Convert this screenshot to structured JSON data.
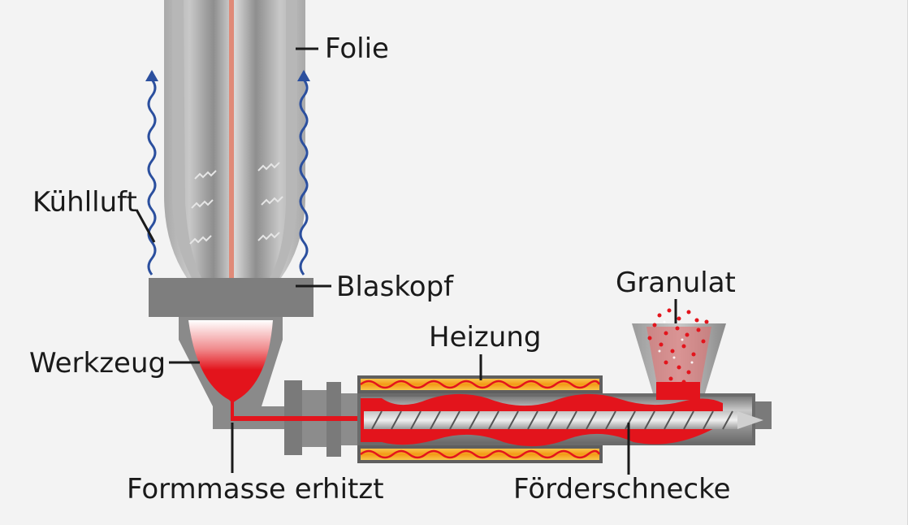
{
  "labels": {
    "folie": "Folie",
    "kuehlluft": "Kühlluft",
    "blaskopf": "Blaskopf",
    "granulat": "Granulat",
    "heizung": "Heizung",
    "werkzeug": "Werkzeug",
    "formmasse": "Formmasse erhitzt",
    "foerderschnecke": "Förderschnecke"
  },
  "colors": {
    "melt": "#e3141c",
    "metal": "#8a8a8a",
    "air": "#2b4f9e",
    "heater": "#f3a21a",
    "background": "#f3f3f3"
  }
}
